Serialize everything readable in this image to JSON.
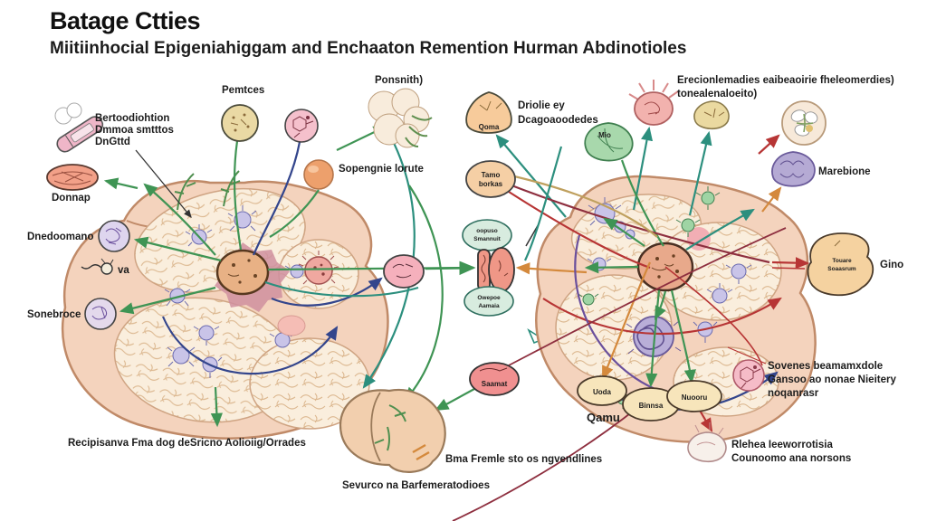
{
  "header": {
    "title": "Batage Ctties",
    "subtitle": "Miitiinhocial Epigeniahiggam and Enchaaton Remention Hurman Abdinotioles"
  },
  "left_diagram": {
    "pentces_label": "Pemtces",
    "ponsnith_label": "Ponsnith)",
    "pill_note": [
      "Bertoodiohtion",
      "Dmmoa smtttos",
      "DnGttd"
    ],
    "donnap_label": "Donnap",
    "dnedoomapo_label": "Dnedoomano",
    "sova_label": "va",
    "sonebroce_label": "Sonebroce",
    "sovengris_label": "Sopengnie lorute",
    "bottom_caption": "Recipisanva Fma dog deSricno Aolioiig/Orrades"
  },
  "middle_junction": {
    "bubble_top": [
      "oopuso",
      "Smannuit"
    ],
    "bubble_bottom": [
      "Owepoe",
      "Aamaia"
    ]
  },
  "right_diagram": {
    "qoma_label": "Qoma",
    "driolie_lines": [
      "Driolie ey",
      "Dcagoaoodedes"
    ],
    "mio_label": "Mio",
    "tamo_lines": [
      "Tamo",
      "borkas"
    ],
    "topright_lines": [
      "Erecionlemadies eaibeaoirie fheleomerdies)",
      "tonealenaloeito)"
    ],
    "marebione_label": "Marebione",
    "gino_label": "Gino",
    "gino_inner": [
      "Touare",
      "Soaasrum"
    ],
    "sovenes_lines": [
      "Sovenes beamamxdole",
      "Gansoo ao nonae Nieitery",
      "noqanrasr"
    ],
    "rlehea_lines": [
      "Rlehea Ieeworrotisia",
      "Counoomo ana norsons"
    ],
    "saamat_label": "Saamat",
    "qamu_label": "Qamu",
    "oval_labels": [
      "Uoda",
      "Binnsa",
      "Nuooru"
    ],
    "fremle_caption": "Bma Fremle sto os ngvendlines",
    "sevurco_caption": "Sevurco na Barfemeratodioes"
  },
  "colors": {
    "organ_fill": "#f4d3bd",
    "organ_outline": "#c08a68",
    "lobule_fill": "#faeedd",
    "arrow_green": "#3f9454",
    "arrow_teal": "#2c8f7e",
    "arrow_navy": "#33458c",
    "arrow_red": "#b73535",
    "arrow_darkred": "#8e2f3f",
    "arrow_orange": "#d4893c",
    "arrow_purple": "#6a4f9c"
  }
}
